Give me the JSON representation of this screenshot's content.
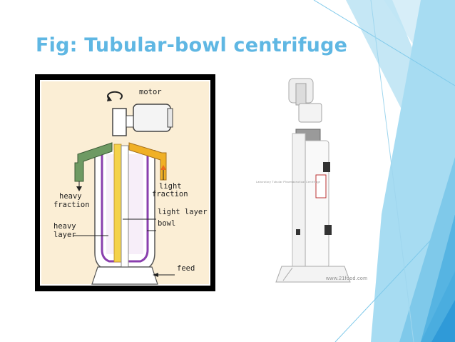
{
  "slide": {
    "title": "Fig: Tubular-bowl centrifuge",
    "accent_color": "#5fb7e3"
  },
  "diagram": {
    "labels": {
      "motor": "motor",
      "light_fraction_1": "light",
      "light_fraction_2": "fraction",
      "heavy_fraction_1": "heavy",
      "heavy_fraction_2": "fraction",
      "light_layer": "light layer",
      "bowl": "bowl",
      "heavy_layer_1": "heavy",
      "heavy_layer_2": "layer",
      "feed": "feed"
    },
    "colors": {
      "background": "#fbeed5",
      "heavy_fraction": "#6e9a63",
      "light_fraction": "#f0b025",
      "bowl": "#8a3fae"
    }
  },
  "photo": {
    "device_label": "Laboratory Tubular Pharmaceutical Centrifuge",
    "watermark": "www.21food.com"
  }
}
